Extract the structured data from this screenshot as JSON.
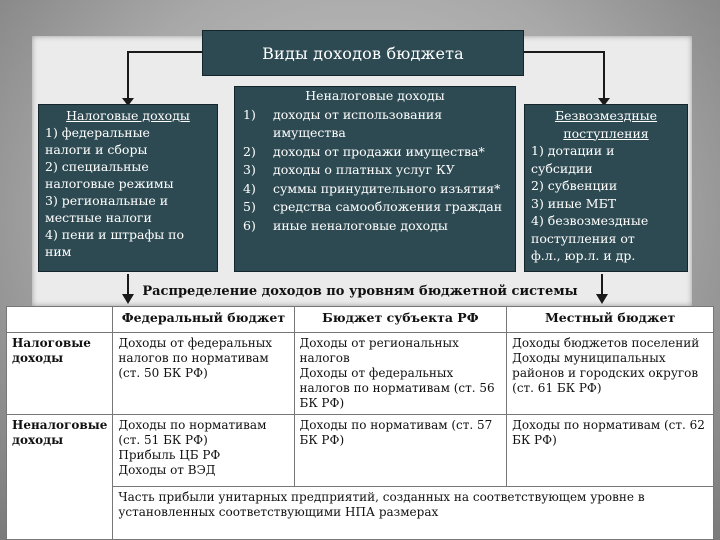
{
  "title": "Виды доходов бюджета",
  "tax_box": {
    "heading": "Налоговые доходы",
    "lines": [
      "1) федеральные",
      "налоги и сборы",
      "2) специальные",
      "налоговые режимы",
      "3) региональные и",
      "местные налоги",
      "4) пени и штрафы по",
      "ним"
    ]
  },
  "nontax_box": {
    "heading": "Неналоговые доходы",
    "items": [
      {
        "num": "1)",
        "text": "доходы от использования имущества"
      },
      {
        "num": "2)",
        "text": "доходы от продажи имущества*"
      },
      {
        "num": "3)",
        "text": "доходы о платных услуг КУ"
      },
      {
        "num": "4)",
        "text": "суммы принудительного изъятия*"
      },
      {
        "num": "5)",
        "text": "средства самообложения граждан"
      },
      {
        "num": "6)",
        "text": "иные неналоговые доходы"
      }
    ]
  },
  "grant_box": {
    "heading": "Безвозмездные поступления",
    "lines": [
      "1) дотации и",
      "субсидии",
      "2) субвенции",
      "3) иные МБТ",
      "4) безвозмездные",
      "поступления от",
      "ф.л., юр.л. и др."
    ]
  },
  "distribution_title": "Распределение доходов по уровням бюджетной системы",
  "table": {
    "headers": [
      "",
      "Федеральный бюджет",
      "Бюджет субъекта РФ",
      "Местный бюджет"
    ],
    "row1": {
      "head": "Налоговые доходы",
      "federal": "Доходы от федеральных налогов по нормативам (ст. 50 БК РФ)",
      "regional": [
        "Доходы от региональных налогов",
        "Доходы от федеральных налогов по нормативам (ст. 56 БК РФ)"
      ],
      "local": [
        "Доходы бюджетов поселений",
        "Доходы муниципальных районов и городских округов (ст. 61 БК РФ)"
      ]
    },
    "row2": {
      "head": "Неналоговые доходы",
      "federal": [
        "Доходы по нормативам (ст. 51 БК РФ)",
        "Прибыль ЦБ РФ",
        "Доходы от ВЭД"
      ],
      "regional": "Доходы по нормативам (ст. 57 БК РФ)",
      "local": "Доходы по нормативам (ст. 62 БК РФ)"
    },
    "footer": "Часть прибыли унитарных предприятий, созданных на соответствующем уровне в установленных соответствующими НПА размерах"
  }
}
